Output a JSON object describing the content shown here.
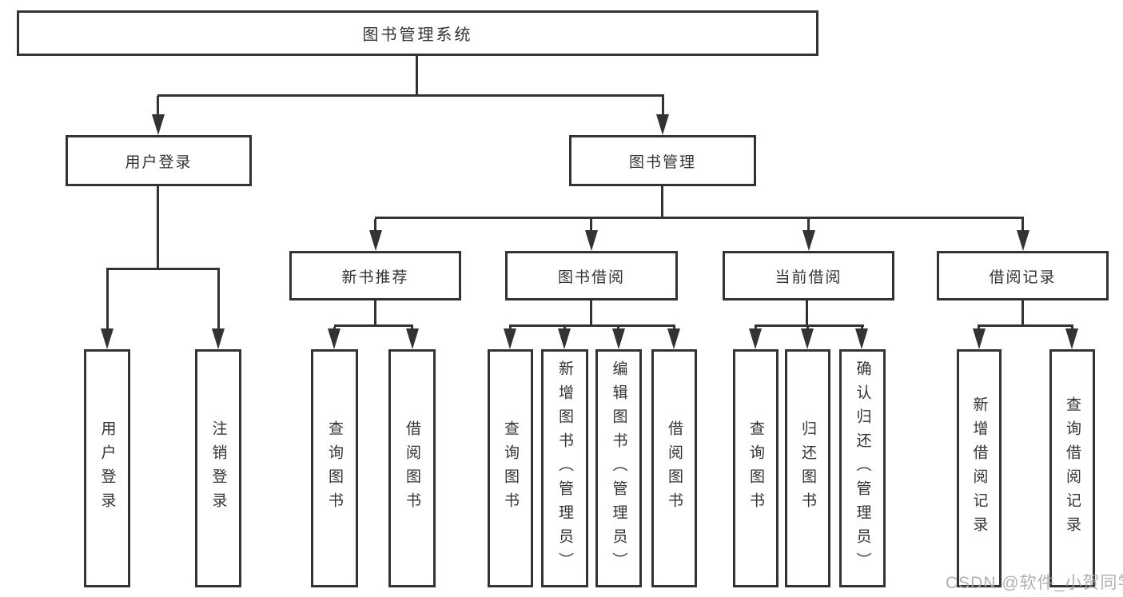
{
  "diagram": {
    "type": "tree-structure-chart",
    "colors": {
      "line": "#333333",
      "text": "#333333",
      "background": "#ffffff",
      "watermark": "#a9a9a9"
    },
    "tree": {
      "root": {
        "label": "图书管理系统",
        "children": [
          {
            "label": "用户登录",
            "children": [
              {
                "label": "用户登录"
              },
              {
                "label": "注销登录"
              }
            ]
          },
          {
            "label": "图书管理",
            "children": [
              {
                "label": "新书推荐",
                "children": [
                  {
                    "label": "查询图书"
                  },
                  {
                    "label": "借阅图书"
                  }
                ]
              },
              {
                "label": "图书借阅",
                "children": [
                  {
                    "label": "查询图书"
                  },
                  {
                    "label": "新增图书（管理员）"
                  },
                  {
                    "label": "编辑图书（管理员）"
                  },
                  {
                    "label": "借阅图书"
                  }
                ]
              },
              {
                "label": "当前借阅",
                "children": [
                  {
                    "label": "查询图书"
                  },
                  {
                    "label": "归还图书"
                  },
                  {
                    "label": "确认归还（管理员）"
                  }
                ]
              },
              {
                "label": "借阅记录",
                "children": [
                  {
                    "label": "新增借阅记录"
                  },
                  {
                    "label": "查询借阅记录"
                  }
                ]
              }
            ]
          }
        ]
      }
    },
    "watermark": {
      "text": "CSDN @软件_小贺同学"
    }
  }
}
